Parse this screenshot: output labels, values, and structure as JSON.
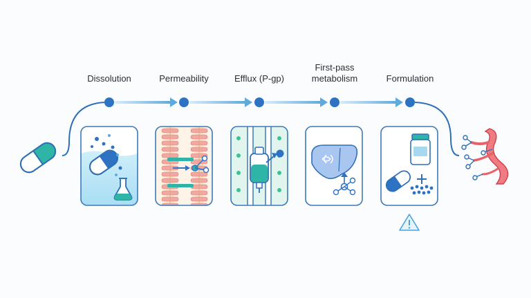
{
  "steps": [
    {
      "label": "Dissolution",
      "lines": [
        "Dissolution"
      ],
      "icon": "dissolution-icon"
    },
    {
      "label": "Permeability",
      "lines": [
        "Permeability"
      ],
      "icon": "membrane-permeability-icon"
    },
    {
      "label": "Efflux (P-gp)",
      "lines": [
        "Efflux (P-gp)"
      ],
      "icon": "efflux-pump-icon"
    },
    {
      "label": "First-pass metabolism",
      "lines": [
        "First-pass",
        "metabolism"
      ],
      "icon": "liver-metabolism-icon"
    },
    {
      "label": "Formulation",
      "lines": [
        "Formulation"
      ],
      "icon": "formulation-icon"
    }
  ],
  "start_icon": "capsule-icon",
  "end_icon": "blood-vessel-icon",
  "warning_icon": "warning-icon",
  "colors": {
    "node": "#2e72c4",
    "connector": "#2f6fb5",
    "arrow": "#5fa9dd",
    "teal": "#2fb5a7",
    "box_border": "#3d79b8",
    "vessel": "#e8626a",
    "warning": "#4aa3df"
  }
}
